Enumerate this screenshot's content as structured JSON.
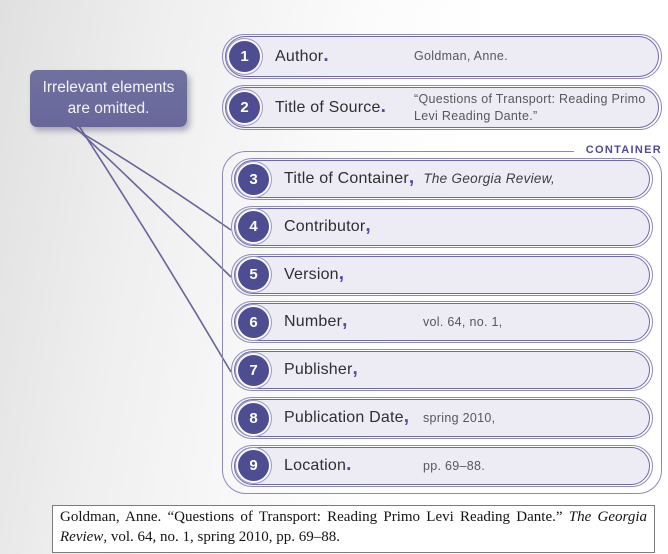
{
  "callout": {
    "text": "Irrelevant elements are omitted."
  },
  "container": {
    "label": "CONTAINER"
  },
  "rows": [
    {
      "num": "1",
      "label": "Author",
      "punct": ".",
      "value": "Goldman, Anne."
    },
    {
      "num": "2",
      "label": "Title of Source",
      "punct": ".",
      "value": "“Questions of Transport: Reading Primo Levi Reading Dante.”"
    },
    {
      "num": "3",
      "label": "Title of Container",
      "punct": ",",
      "value": "The Georgia Review,"
    },
    {
      "num": "4",
      "label": "Contributor",
      "punct": ","
    },
    {
      "num": "5",
      "label": "Version",
      "punct": ","
    },
    {
      "num": "6",
      "label": "Number",
      "punct": ",",
      "value": "vol. 64, no. 1,"
    },
    {
      "num": "7",
      "label": "Publisher",
      "punct": ","
    },
    {
      "num": "8",
      "label": "Publication Date",
      "punct": ",",
      "value": "spring 2010,"
    },
    {
      "num": "9",
      "label": "Location",
      "punct": ".",
      "value": "pp. 69–88."
    }
  ],
  "citation": {
    "part1": "Goldman, Anne. “Questions of Transport: Reading Primo Levi Reading Dante.” ",
    "italic": "The Georgia Review",
    "part2": ", vol. 64, no. 1, spring 2010, pp. 69–88."
  },
  "colors": {
    "accent_purple": "#514c9f",
    "circle_fill": "#4e4d92",
    "pill_border": "#6f6aae",
    "pill_fill": "#edecf5",
    "callout_bg": "#67679a",
    "value_gray": "#57575a",
    "container_label": "#4f4a9c"
  }
}
